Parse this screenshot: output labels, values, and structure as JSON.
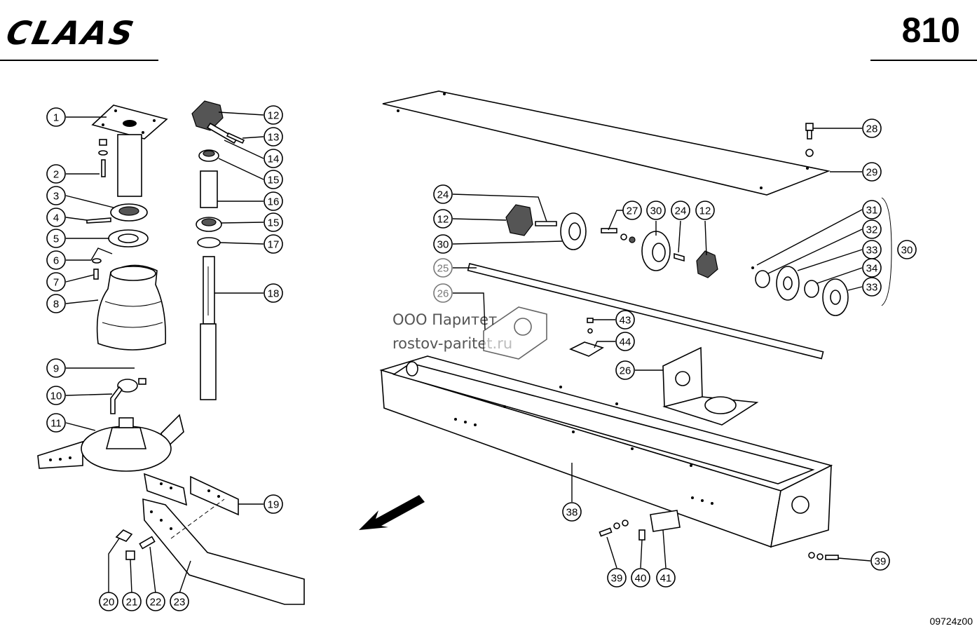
{
  "header": {
    "brand": "CLAAS",
    "page_number": "810"
  },
  "footer": {
    "drawing_number": "09724z00"
  },
  "watermark": {
    "line1": "ООО Паритет",
    "line2": "rostov-paritet.ru"
  },
  "callouts": [
    {
      "id": "c1",
      "label": "1"
    },
    {
      "id": "c2",
      "label": "2"
    },
    {
      "id": "c3",
      "label": "3"
    },
    {
      "id": "c4",
      "label": "4"
    },
    {
      "id": "c5",
      "label": "5"
    },
    {
      "id": "c6",
      "label": "6"
    },
    {
      "id": "c7",
      "label": "7"
    },
    {
      "id": "c8",
      "label": "8"
    },
    {
      "id": "c9",
      "label": "9"
    },
    {
      "id": "c10",
      "label": "10"
    },
    {
      "id": "c11",
      "label": "11"
    },
    {
      "id": "c12a",
      "label": "12"
    },
    {
      "id": "c13",
      "label": "13"
    },
    {
      "id": "c14",
      "label": "14"
    },
    {
      "id": "c15a",
      "label": "15"
    },
    {
      "id": "c16",
      "label": "16"
    },
    {
      "id": "c15b",
      "label": "15"
    },
    {
      "id": "c17",
      "label": "17"
    },
    {
      "id": "c18",
      "label": "18"
    },
    {
      "id": "c19",
      "label": "19"
    },
    {
      "id": "c20",
      "label": "20"
    },
    {
      "id": "c21",
      "label": "21"
    },
    {
      "id": "c22",
      "label": "22"
    },
    {
      "id": "c23",
      "label": "23"
    },
    {
      "id": "c24a",
      "label": "24"
    },
    {
      "id": "c12b",
      "label": "12"
    },
    {
      "id": "c30a",
      "label": "30"
    },
    {
      "id": "c27",
      "label": "27"
    },
    {
      "id": "c30b",
      "label": "30"
    },
    {
      "id": "c24b",
      "label": "24"
    },
    {
      "id": "c12c",
      "label": "12"
    },
    {
      "id": "c25",
      "label": "25"
    },
    {
      "id": "c26a",
      "label": "26"
    },
    {
      "id": "c43",
      "label": "43"
    },
    {
      "id": "c44",
      "label": "44"
    },
    {
      "id": "c26b",
      "label": "26"
    },
    {
      "id": "c28",
      "label": "28"
    },
    {
      "id": "c29",
      "label": "29"
    },
    {
      "id": "c31",
      "label": "31"
    },
    {
      "id": "c32",
      "label": "32"
    },
    {
      "id": "c33a",
      "label": "33"
    },
    {
      "id": "c34",
      "label": "34"
    },
    {
      "id": "c33b",
      "label": "33"
    },
    {
      "id": "c30c",
      "label": "30"
    },
    {
      "id": "c38",
      "label": "38"
    },
    {
      "id": "c39a",
      "label": "39"
    },
    {
      "id": "c40",
      "label": "40"
    },
    {
      "id": "c41",
      "label": "41"
    },
    {
      "id": "c39b",
      "label": "39"
    }
  ]
}
